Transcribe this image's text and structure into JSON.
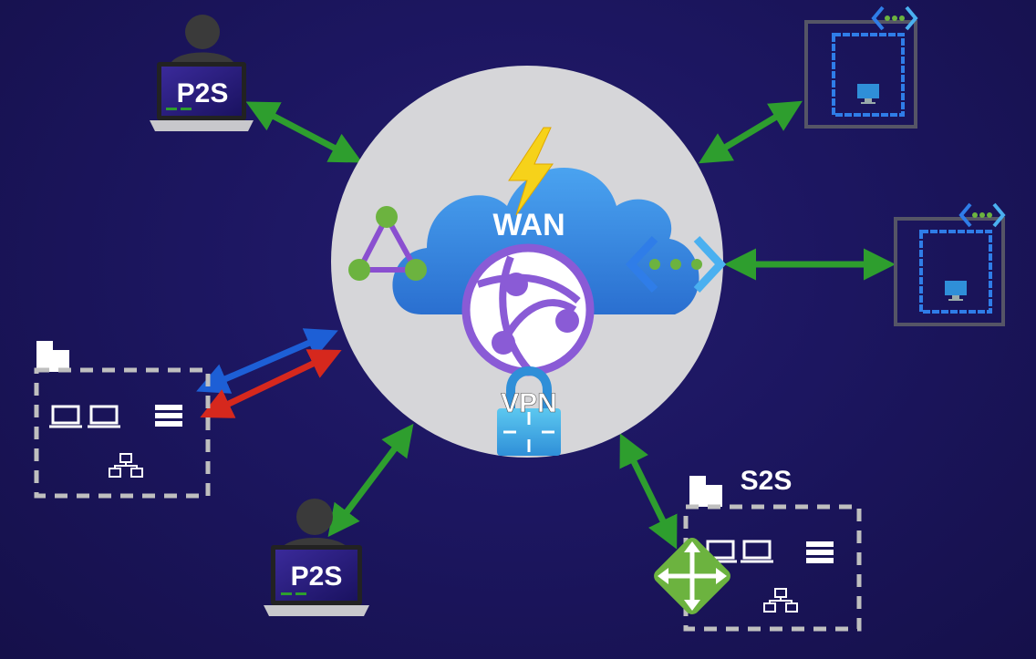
{
  "labels": {
    "wan": "WAN",
    "vpn": "VPN",
    "p2s_top": "P2S",
    "p2s_bottom": "P2S",
    "s2s": "S2S"
  },
  "colors": {
    "background": "#1c1660",
    "hub_circle": "#d6d6d9",
    "cloud": "#3b8fe6",
    "lightning": "#f6d21a",
    "globe": "#8a5bd6",
    "arrow_green": "#2e9e2e",
    "arrow_blue": "#1d5fd6",
    "arrow_red": "#d6281d",
    "vnet_blue": "#2f7de8",
    "dashed_box": "#bfbfbf",
    "router_green": "#6cb33f"
  },
  "icons": [
    "user-silhouette-icon",
    "laptop-icon",
    "lightning-icon",
    "cloud-icon",
    "globe-icon",
    "lock-icon",
    "triangle-nodes-icon",
    "vnet-brackets-icon",
    "virtual-machine-icon",
    "building-icon",
    "server-icon",
    "network-icon",
    "router-icon"
  ]
}
